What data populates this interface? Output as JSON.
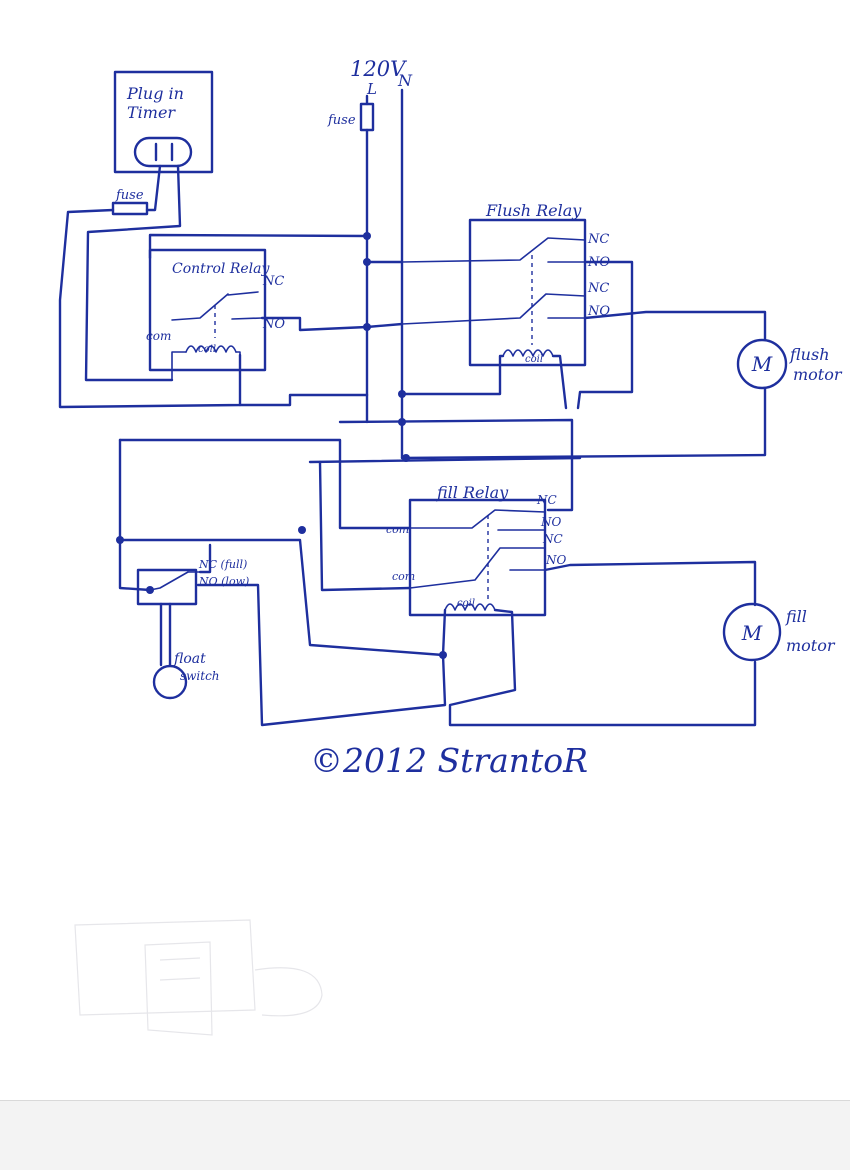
{
  "diagram": {
    "ink_color": "#1e2f9e",
    "supply": {
      "voltage": "120V",
      "line": "L",
      "neutral": "N",
      "fuse": "fuse"
    },
    "timer": {
      "title_line1": "Plug in",
      "title_line2": "Timer",
      "fuse": "fuse"
    },
    "control_relay": {
      "title": "Control Relay",
      "nc": "NC",
      "no": "NO",
      "com": "com",
      "coil": "coil"
    },
    "flush_relay": {
      "title": "Flush Relay",
      "nc1": "NC",
      "no1": "NO",
      "nc2": "NC",
      "no2": "NO",
      "coil": "coil"
    },
    "fill_relay": {
      "title": "fill Relay",
      "nc1": "NC",
      "no1": "NO",
      "nc2": "NC",
      "no2": "NO",
      "com1": "com",
      "com2": "com",
      "coil": "coil"
    },
    "float_switch": {
      "label_line1": "float",
      "label_line2": "switch",
      "nc": "NC (full)",
      "no": "NO (low)"
    },
    "flush_motor": {
      "symbol": "M",
      "label_line1": "flush",
      "label_line2": "motor"
    },
    "fill_motor": {
      "symbol": "M",
      "label_line1": "fill",
      "label_line2": "motor"
    },
    "signature": "©2012 StrantoR"
  }
}
